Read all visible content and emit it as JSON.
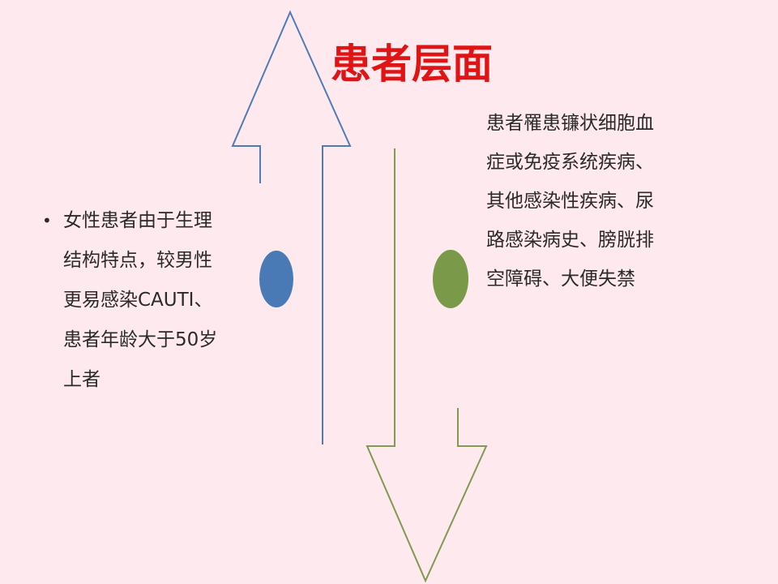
{
  "title": "患者层面",
  "left_block": {
    "bullet": "•",
    "lines": [
      "女性患者由于生理",
      "结构特点，较男性",
      "更易感染CAUTI、",
      "患者年龄大于50岁",
      "上者"
    ]
  },
  "right_block": {
    "lines": [
      "患者罹患镰状细胞血",
      "症或免疫系统疾病、",
      "其他感染性疾病、尿",
      "路感染病史、膀胱排",
      "空障碍、大便失禁"
    ]
  },
  "colors": {
    "background": "#fde9ee",
    "title": "#e01414",
    "up_arrow": "#4f7cb8",
    "down_arrow": "#7f9a52",
    "left_ellipse": "#4a7ab5",
    "right_ellipse": "#7a9a4a",
    "text": "#2a2a2a"
  }
}
